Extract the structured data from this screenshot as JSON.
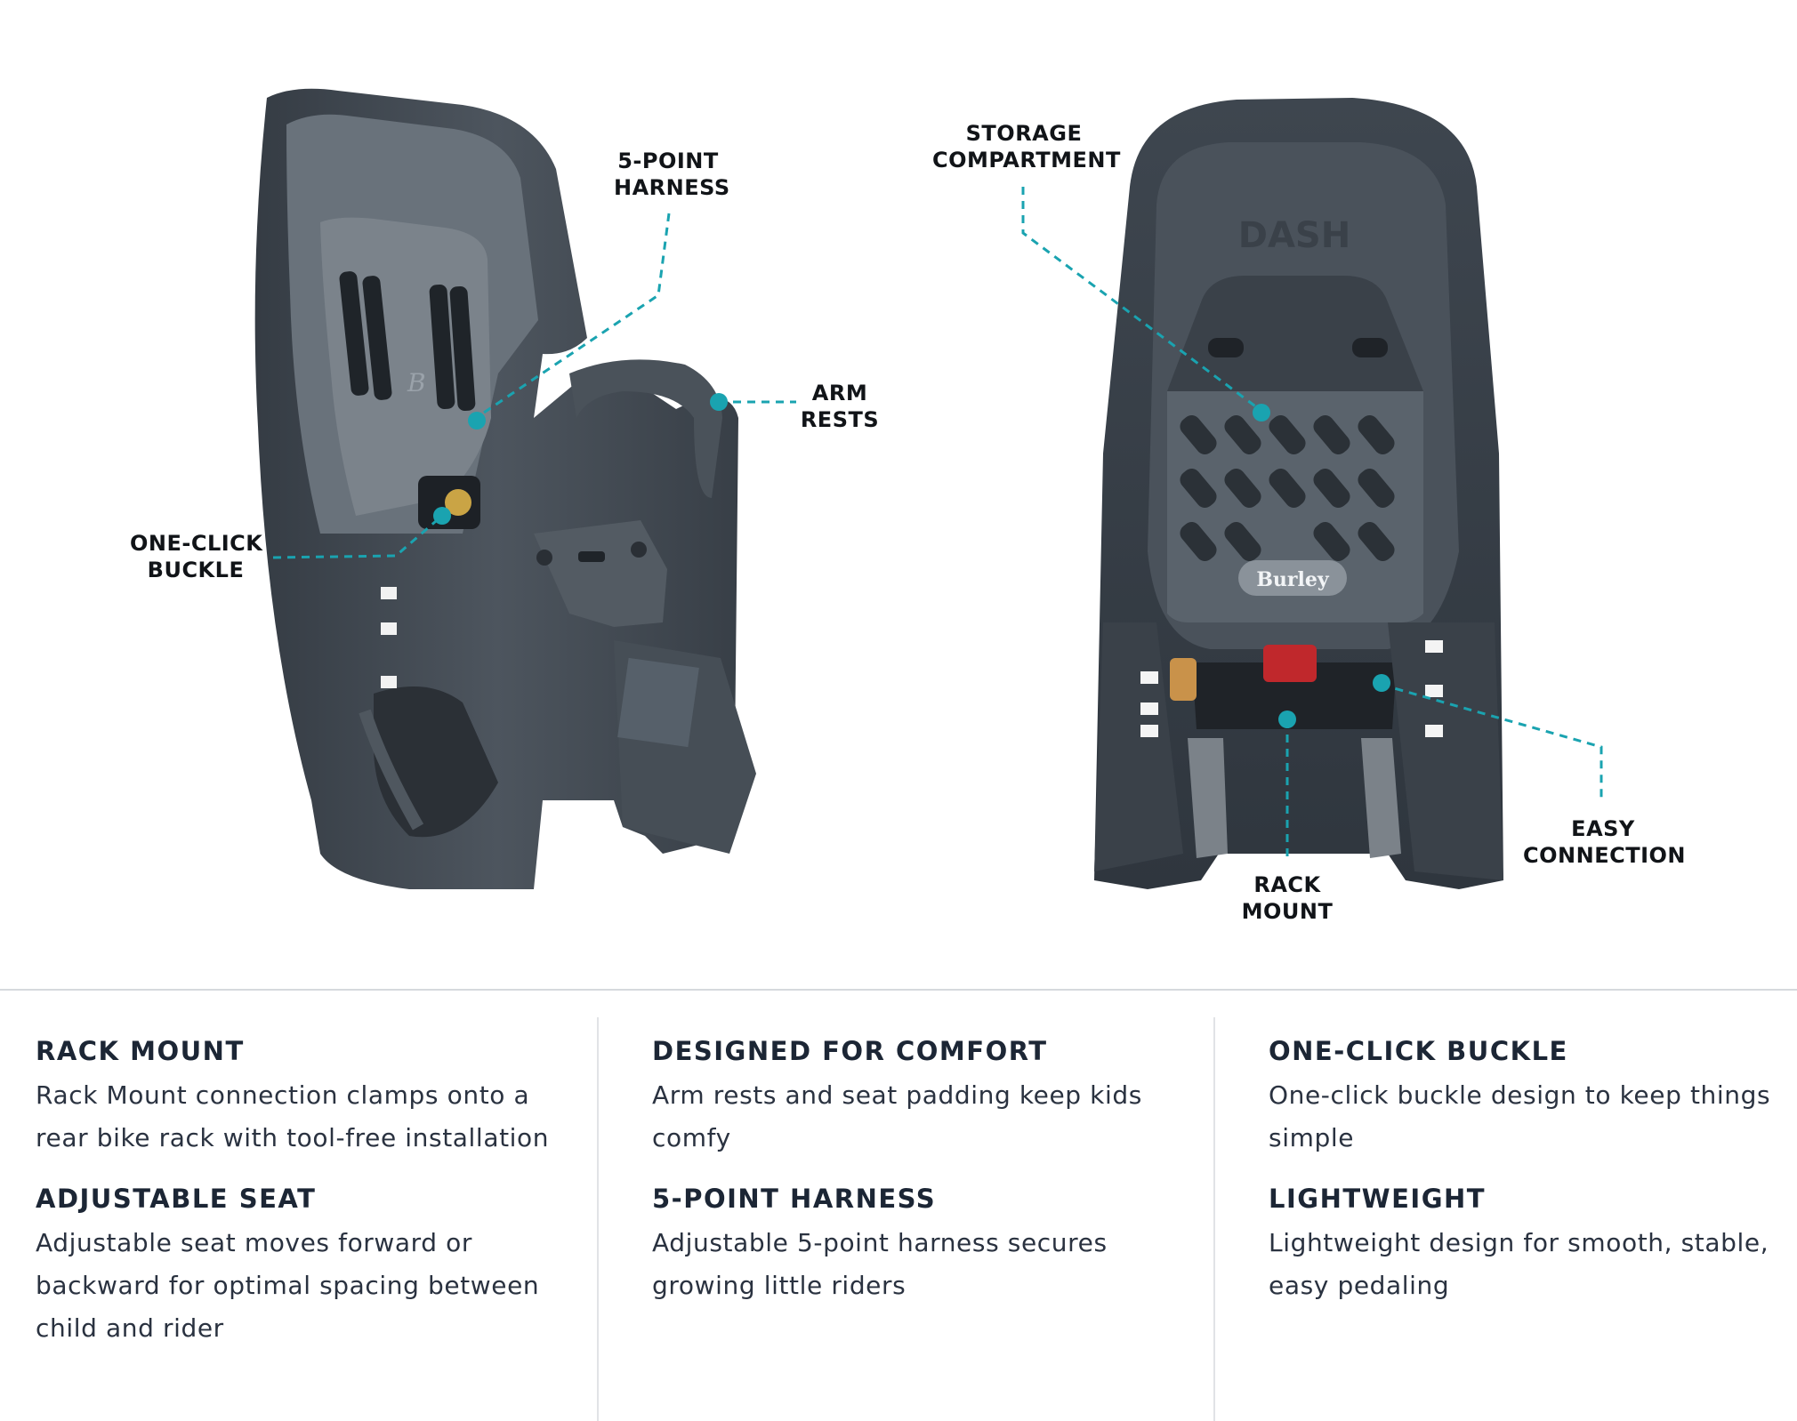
{
  "left_seat": {
    "callouts": {
      "harness": [
        "5-POINT",
        "HARNESS"
      ],
      "arm_rests": [
        "ARM",
        "RESTS"
      ],
      "buckle": [
        "ONE-CLICK",
        "BUCKLE"
      ]
    },
    "pad_mark": "B"
  },
  "right_seat": {
    "brand_mark": "DASH",
    "logo": "Burley",
    "callouts": {
      "storage": [
        "STORAGE",
        "COMPARTMENT"
      ],
      "easy_connection": [
        "EASY",
        "CONNECTION"
      ],
      "rack_mount": [
        "RACK",
        "MOUNT"
      ]
    }
  },
  "colors": {
    "callout_line": "#1aa3b0",
    "seat_dark": "#3c444d",
    "seat_mid": "#4c545d",
    "seat_light": "#6a737c",
    "reflector": "#c0282c",
    "knob": "#c9924a"
  },
  "features": [
    [
      {
        "title": "RACK MOUNT",
        "text": "Rack Mount connection clamps onto a rear bike rack with tool-free installation"
      },
      {
        "title": "ADJUSTABLE SEAT",
        "text": "Adjustable seat moves forward or backward for optimal spacing between child and rider"
      }
    ],
    [
      {
        "title": "DESIGNED FOR COMFORT",
        "text": "Arm rests and seat padding keep kids comfy"
      },
      {
        "title": "5-POINT HARNESS",
        "text": "Adjustable 5-point harness secures growing little riders"
      }
    ],
    [
      {
        "title": "ONE-CLICK BUCKLE",
        "text": "One-click buckle design to keep things simple"
      },
      {
        "title": "LIGHTWEIGHT",
        "text": "Lightweight design for smooth, stable, easy pedaling"
      }
    ]
  ]
}
